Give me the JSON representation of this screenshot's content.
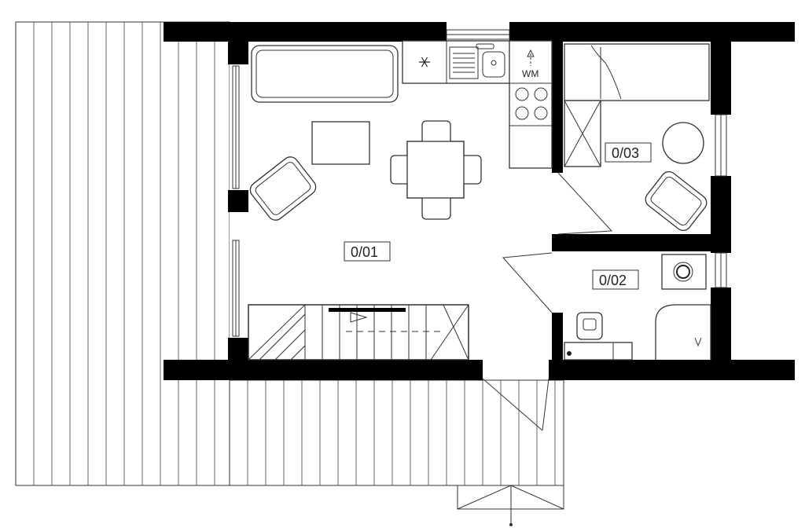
{
  "plan": {
    "rooms": [
      {
        "id": "living",
        "label": "0/01"
      },
      {
        "id": "bathroom",
        "label": "0/02"
      },
      {
        "id": "bedroom",
        "label": "0/03"
      }
    ],
    "appliances": {
      "washing_machine_label": "WM",
      "freezer_icon": "snowflake-icon"
    },
    "colors": {
      "wall": "#000000",
      "line": "#333333",
      "background": "#ffffff"
    }
  }
}
